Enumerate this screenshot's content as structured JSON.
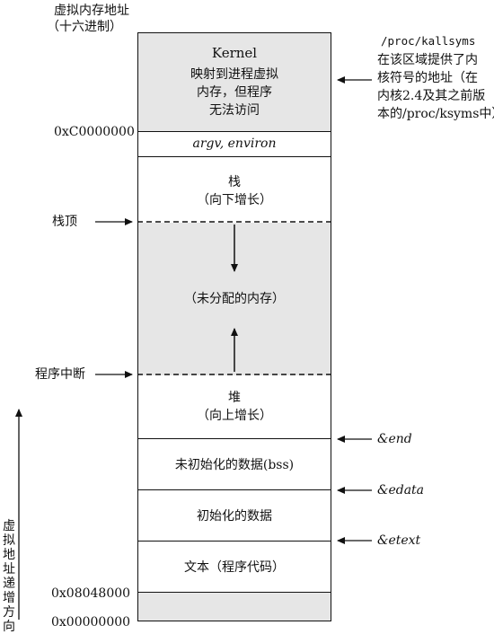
{
  "header": {
    "title_line1": "虚拟内存地址",
    "title_line2": "（十六进制）"
  },
  "segments": {
    "kernel_title": "Kernel",
    "kernel_line1": "映射到进程虚拟",
    "kernel_line2": "内存，但程序",
    "kernel_line3": "无法访问",
    "argv": "argv, environ",
    "stack_line1": "栈",
    "stack_line2": "（向下增长）",
    "unallocated": "（未分配的内存）",
    "heap_line1": "堆",
    "heap_line2": "（向上增长）",
    "bss": "未初始化的数据(bss)",
    "data": "初始化的数据",
    "text": "文本（程序代码）"
  },
  "addresses": {
    "kernel_start": "0xC0000000",
    "text_start": "0x08048000",
    "zero": "0x00000000"
  },
  "left_labels": {
    "stack_top": "栈顶",
    "program_break": "程序中断",
    "increasing": "虚拟地址递增方向"
  },
  "right_labels": {
    "kallsyms_path": "/proc/kallsyms",
    "kallsyms_line1": "在该区域提供了内",
    "kallsyms_line2": "核符号的地址（在",
    "kallsyms_line3": "内核2.4及其之前版",
    "kallsyms_line4": "本的/proc/ksyms中）",
    "end": "&end",
    "edata": "&edata",
    "etext": "&etext"
  }
}
